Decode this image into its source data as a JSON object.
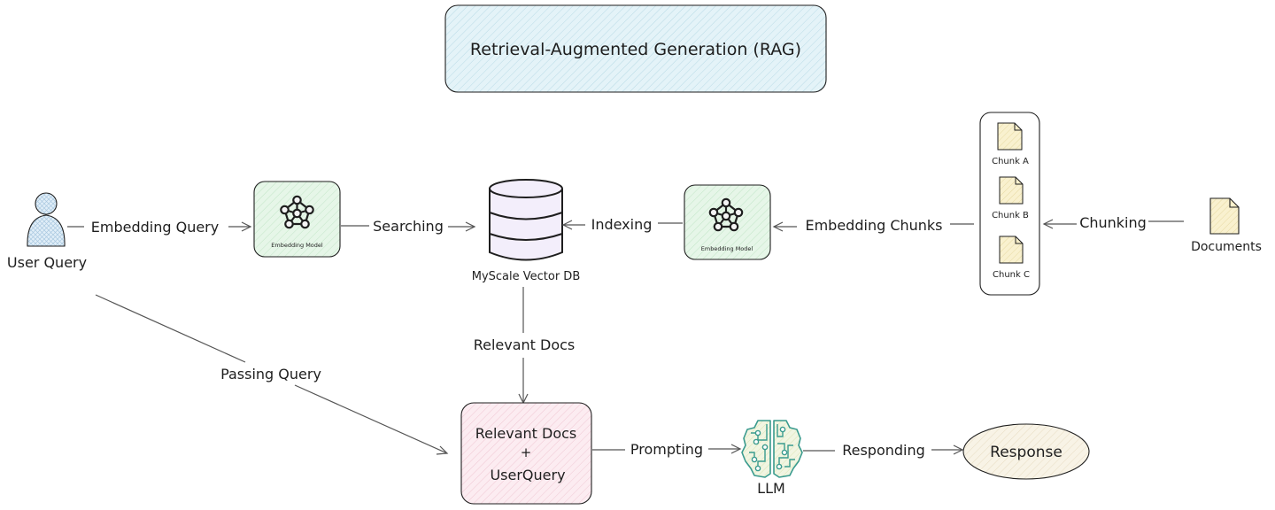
{
  "title": "Retrieval-Augmented Generation (RAG)",
  "colors": {
    "title_fill": "#dff0f6",
    "embedding_fill": "#e3f5e6",
    "db_fill": "#f4eefc",
    "combo_fill": "#fbe8ee",
    "doc_fill": "#f8f0cc",
    "llm_stroke": "#3a9b8e",
    "llm_fill": "#edf3d9",
    "response_fill": "#f7f1e3",
    "user_fill": "#d4e6f3"
  },
  "nodes": {
    "user": {
      "label": "User Query",
      "icon": "user-icon"
    },
    "embed_query": {
      "label": "Embedding Model",
      "icon": "network-icon"
    },
    "vector_db": {
      "label": "MyScale Vector DB",
      "icon": "database-icon"
    },
    "embed_chunks": {
      "label": "Embedding Model",
      "icon": "network-icon"
    },
    "chunks": [
      {
        "label": "Chunk A",
        "icon": "document-icon"
      },
      {
        "label": "Chunk B",
        "icon": "document-icon"
      },
      {
        "label": "Chunk C",
        "icon": "document-icon"
      }
    ],
    "documents": {
      "label": "Documents",
      "icon": "document-icon"
    },
    "combined": {
      "line1": "Relevant Docs",
      "line2": "+",
      "line3": "UserQuery"
    },
    "llm": {
      "label": "LLM",
      "icon": "brain-circuit-icon"
    },
    "response": {
      "label": "Response"
    }
  },
  "edges": {
    "embedding_query": "Embedding Query",
    "searching": "Searching",
    "indexing": "Indexing",
    "embedding_chunks": "Embedding Chunks",
    "chunking": "Chunking",
    "relevant_docs": "Relevant Docs",
    "passing_query": "Passing Query",
    "prompting": "Prompting",
    "responding": "Responding"
  }
}
